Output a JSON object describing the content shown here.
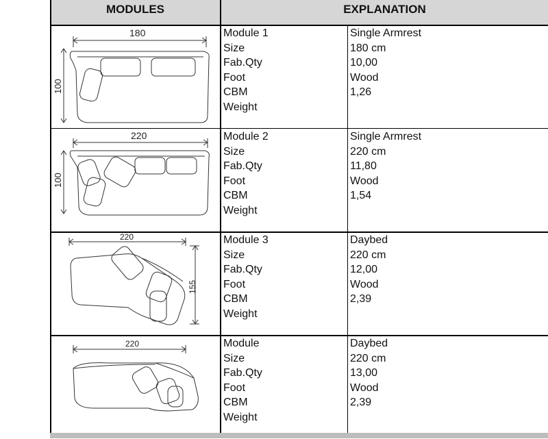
{
  "headers": {
    "modules": "MODULES",
    "explanation": "EXPLANATION"
  },
  "rows": [
    {
      "labels": [
        "Module 1",
        "Size",
        "Fab.Qty",
        "Foot",
        "CBM",
        "Weight"
      ],
      "values": [
        "Single Armrest",
        "180 cm",
        "10,00",
        "Wood",
        "1,26",
        ""
      ],
      "dim_width": "180",
      "dim_height": "100"
    },
    {
      "labels": [
        "Module 2",
        "Size",
        "Fab.Qty",
        "Foot",
        "CBM",
        "Weight"
      ],
      "values": [
        "Single Armrest",
        "220 cm",
        "11,80",
        "Wood",
        "1,54",
        ""
      ],
      "dim_width": "220",
      "dim_height": "100"
    },
    {
      "labels": [
        "Module 3",
        "Size",
        "Fab.Qty",
        "Foot",
        "CBM",
        "Weight"
      ],
      "values": [
        "Daybed",
        "220 cm",
        "12,00",
        "Wood",
        "2,39",
        ""
      ],
      "dim_width": "220",
      "dim_height": "155"
    },
    {
      "labels": [
        "Module",
        "Size",
        "Fab.Qty",
        "Foot",
        "CBM",
        "Weight"
      ],
      "values": [
        "Daybed",
        "220 cm",
        "13,00",
        "Wood",
        "2,39",
        ""
      ],
      "dim_width": "220",
      "dim_height": ""
    }
  ]
}
